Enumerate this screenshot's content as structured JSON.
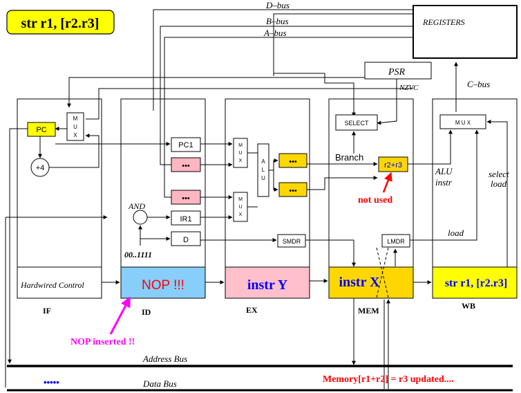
{
  "title": "str r1, [r2.r3]",
  "buses": {
    "d_bus": "D–bus",
    "b_bus": "B–bus",
    "a_bus": "A–bus",
    "c_bus": "C–bus",
    "address_bus": "Address Bus",
    "data_bus": "Data Bus"
  },
  "blocks": {
    "registers": "REGISTERS",
    "psr": "PSR",
    "nzvc": "NZVC",
    "pc": "PC",
    "plus4": "+4",
    "mux": "M\nU\nX",
    "mux_h": "M U X",
    "pc1": "PC1",
    "ir1": "IR1",
    "d": "D",
    "and": "AND",
    "ones": "00..1111",
    "alu": "A\nL\nU",
    "dots": "•••",
    "select": "SELECT",
    "branch": "Branch",
    "r2r3": "r2+r3",
    "smdr": "SMDR",
    "lmdr": "LMDR",
    "alu_instr": [
      "ALU",
      "instr"
    ],
    "select_load": [
      "select",
      "load"
    ],
    "load": "load",
    "hardwired": "Hardwired Control"
  },
  "stages": {
    "if": "IF",
    "id": "ID",
    "ex": "EX",
    "mem": "MEM",
    "wb": "WB"
  },
  "pipeline": {
    "id": "NOP !!!",
    "ex": "instr Y",
    "mem": "instr X",
    "wb": "str r1, [r2.r3]"
  },
  "annotations": {
    "not_used": "not used",
    "nop_inserted": "NOP inserted !!",
    "memory_update": "Memory[r1+r2] = r3 updated....",
    "data_dots": "•••••"
  },
  "colors": {
    "yellow": "#ffff00",
    "gold": "#ffd700",
    "pink": "#ffc0cb",
    "light_pink": "#ffb6c1",
    "light_blue": "#87cefa",
    "red": "#ff0000",
    "magenta": "#ff00ff",
    "blue": "#0000ff"
  }
}
